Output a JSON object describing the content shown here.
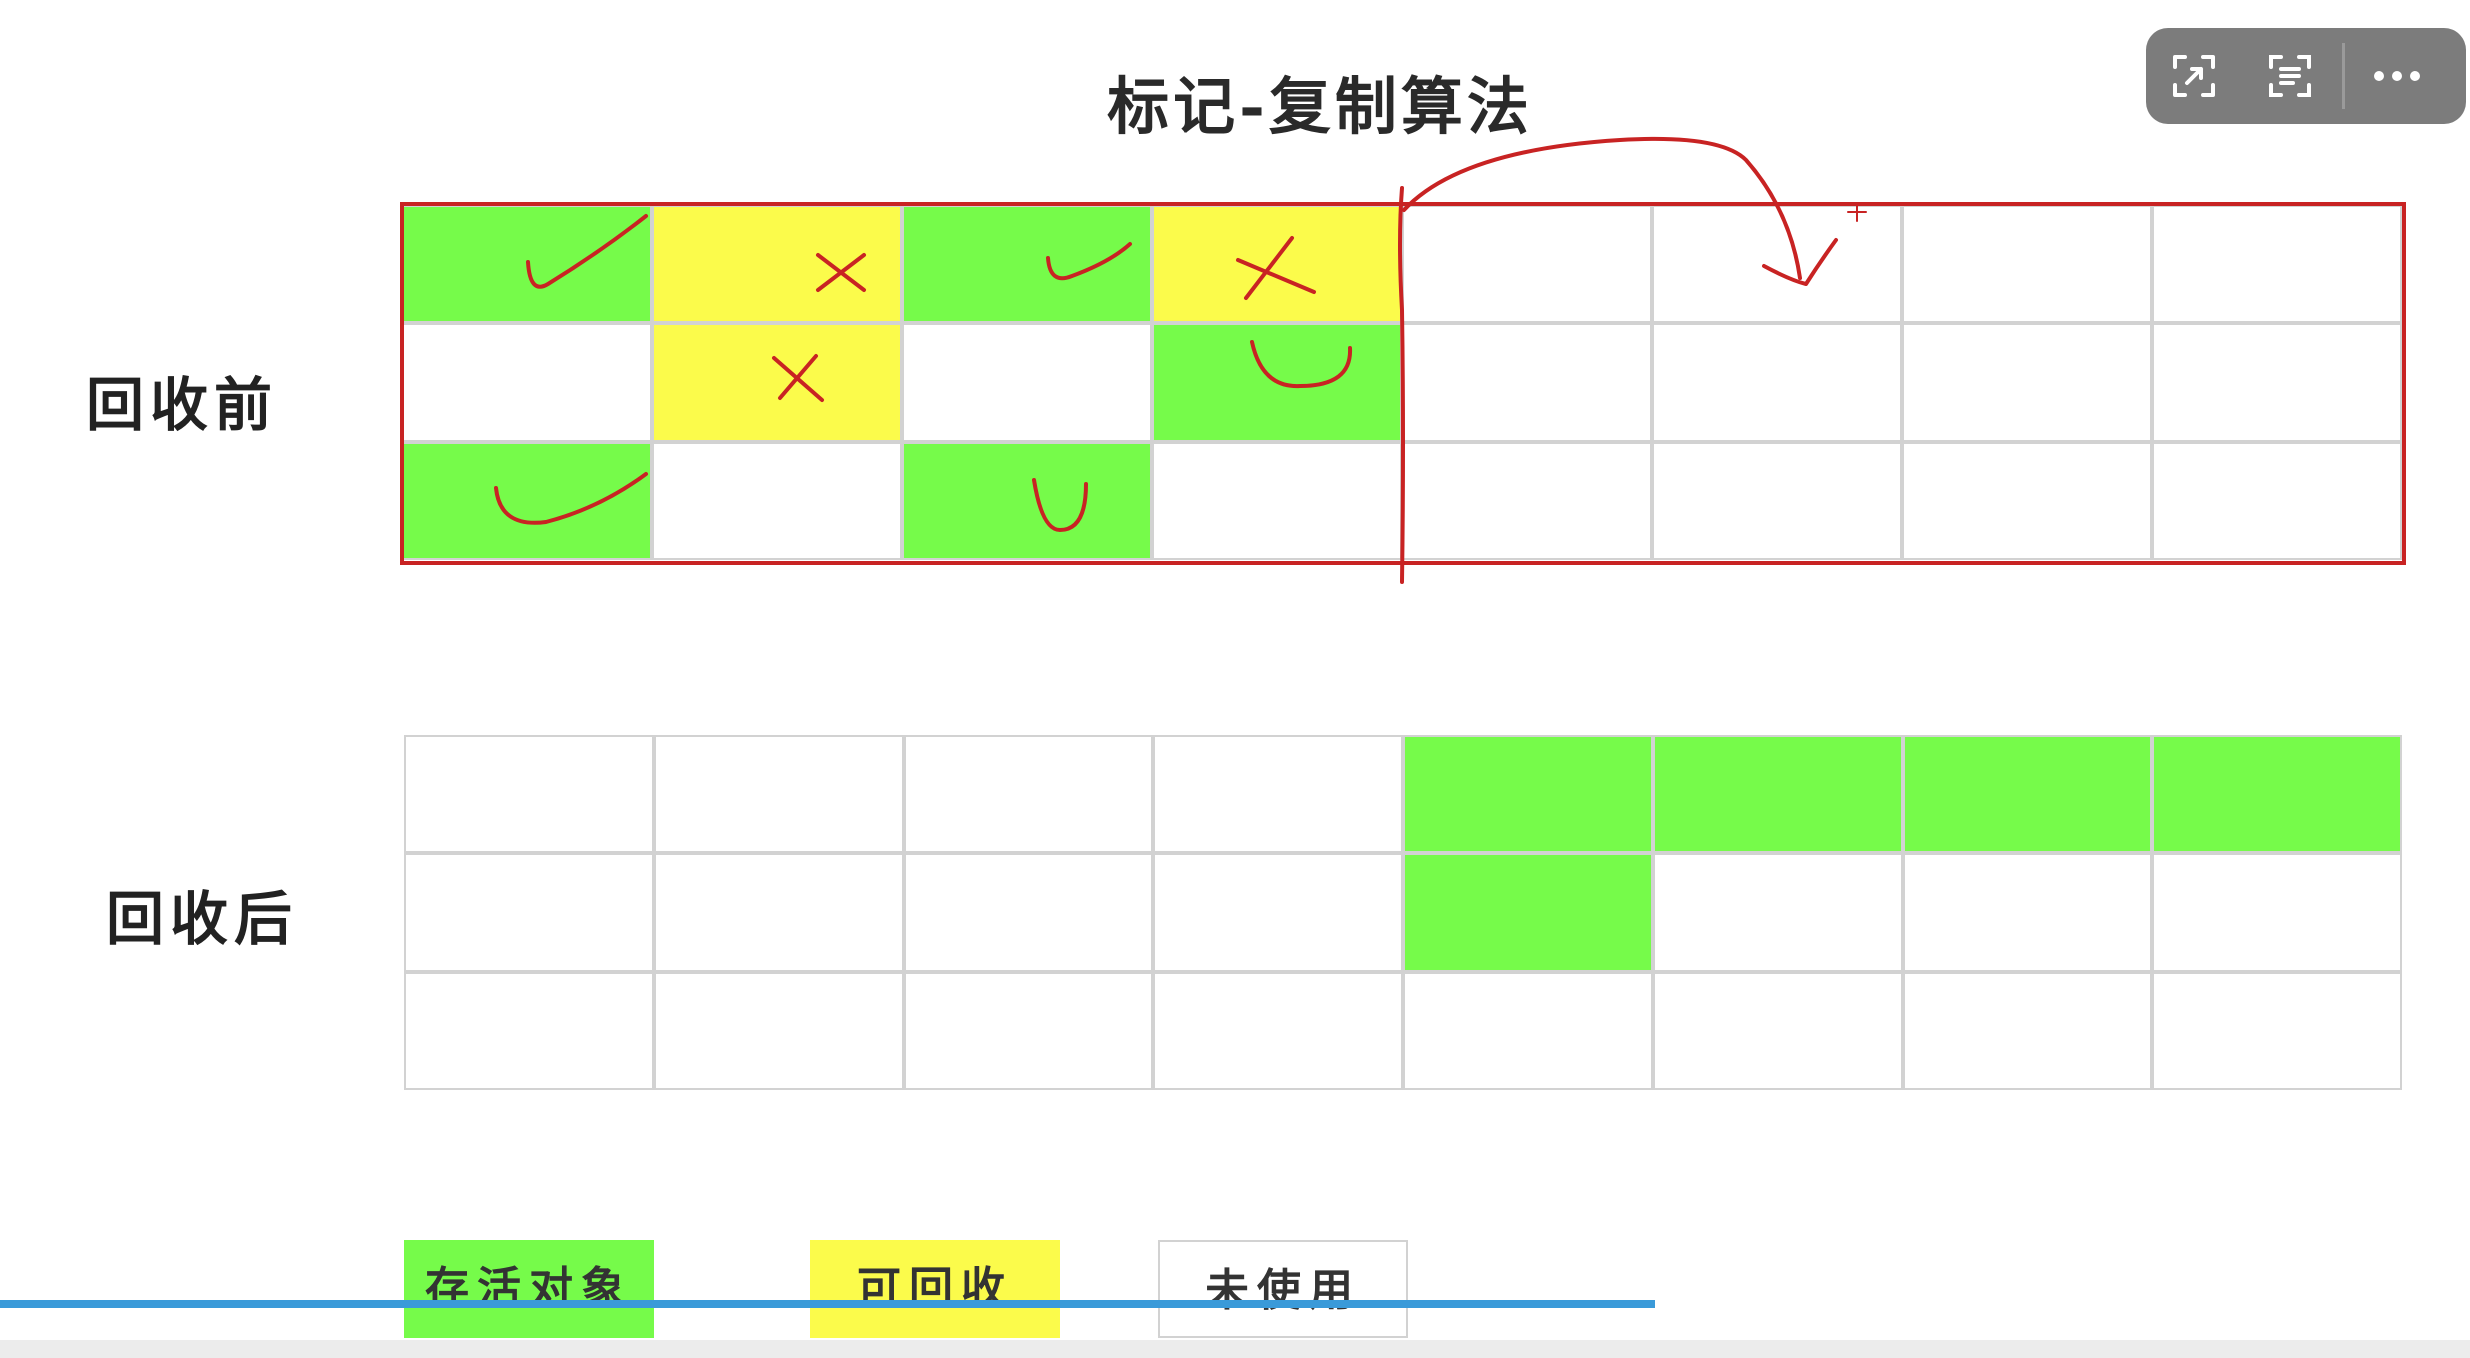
{
  "title": "标记-复制算法",
  "labels": {
    "before": "回收前",
    "after": "回收后"
  },
  "colors": {
    "live": "#76fb4a",
    "reclaimable": "#fbfb4b",
    "unused": "#ffffff",
    "annotation": "#c82323"
  },
  "before_grid": [
    [
      "live",
      "dead",
      "live",
      "dead",
      "empty",
      "empty",
      "empty",
      "empty"
    ],
    [
      "empty",
      "dead",
      "empty",
      "live",
      "empty",
      "empty",
      "empty",
      "empty"
    ],
    [
      "live",
      "empty",
      "live",
      "empty",
      "empty",
      "empty",
      "empty",
      "empty"
    ]
  ],
  "after_grid": [
    [
      "empty",
      "empty",
      "empty",
      "empty",
      "live",
      "live",
      "live",
      "live"
    ],
    [
      "empty",
      "empty",
      "empty",
      "empty",
      "live",
      "empty",
      "empty",
      "empty"
    ],
    [
      "empty",
      "empty",
      "empty",
      "empty",
      "empty",
      "empty",
      "empty",
      "empty"
    ]
  ],
  "legend": [
    {
      "label": "存活对象",
      "kind": "live"
    },
    {
      "label": "可回收",
      "kind": "dead"
    },
    {
      "label": "未使用",
      "kind": "empty"
    }
  ],
  "toolbar": {
    "icons": [
      "expand-icon",
      "text-scan-icon",
      "more-icon"
    ]
  },
  "progress": {
    "fraction": 0.67
  }
}
